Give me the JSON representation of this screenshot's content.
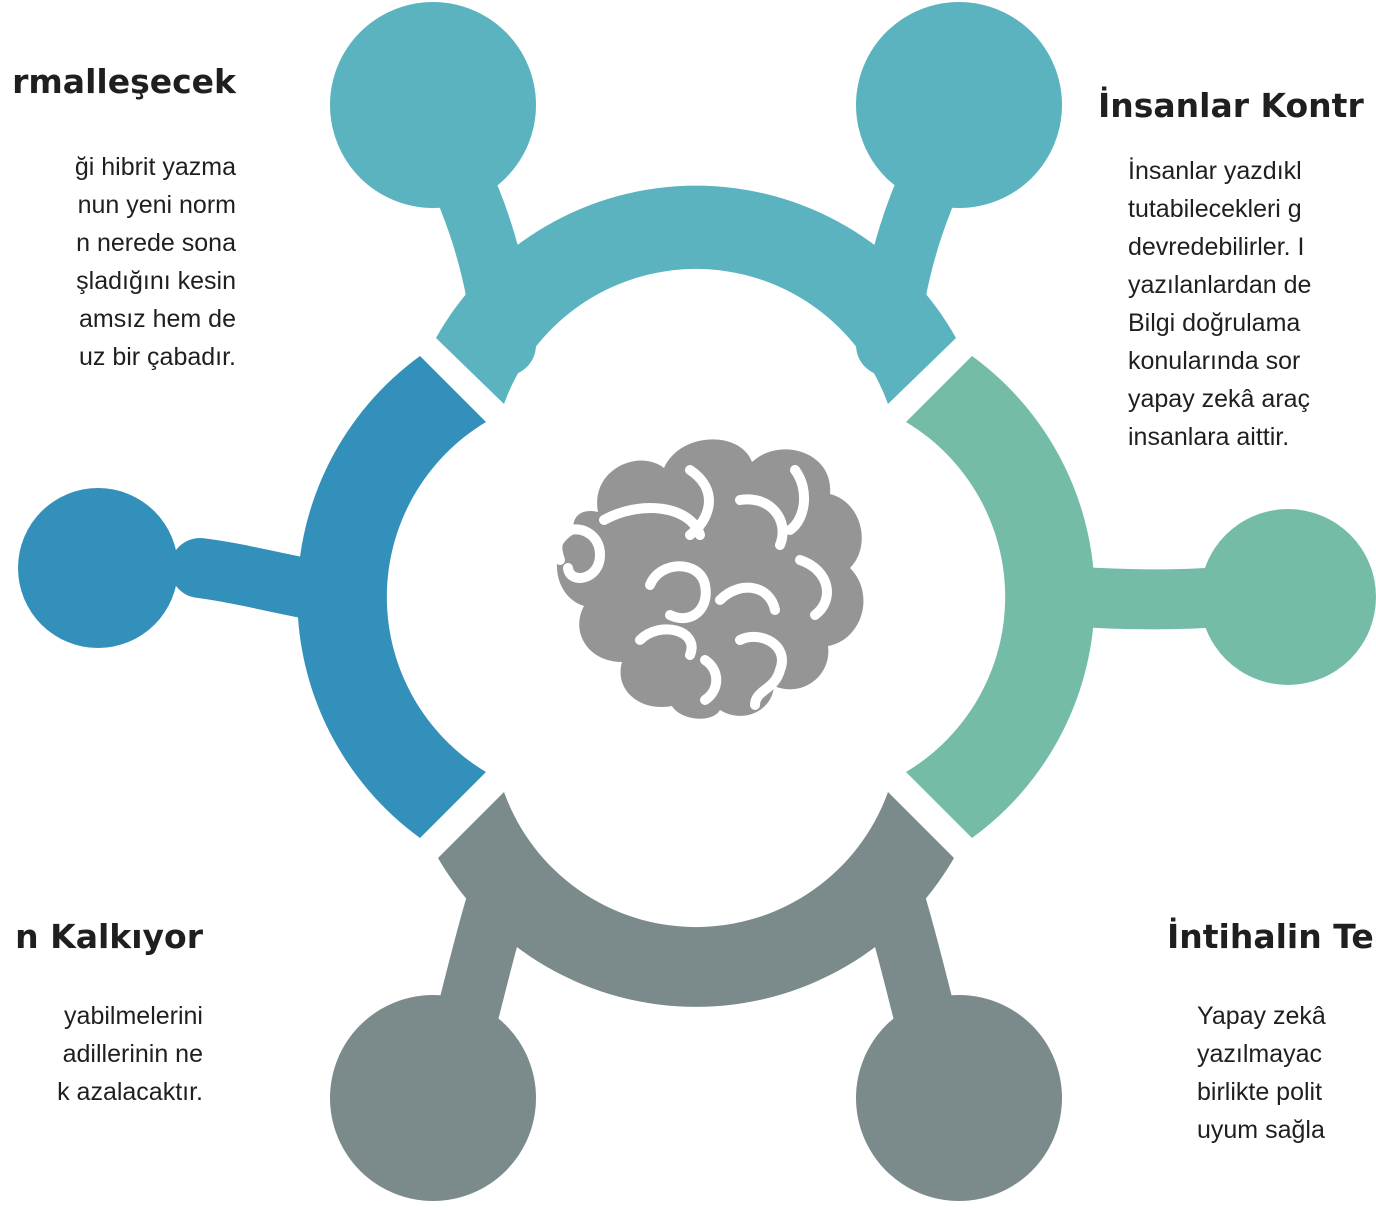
{
  "colors": {
    "background": "#ffffff",
    "top_segment": "#5ab3bf",
    "left_segment": "#3390bb",
    "right_segment": "#74bca8",
    "bottom_segment": "#7b8b8c",
    "center": "#ffffff",
    "brain_icon": "#959595",
    "text": "#1f1f1f"
  },
  "center_icon": "brain-icon",
  "blocks": {
    "top_left": {
      "heading": "rmalleşecek",
      "lines": [
        "ği hibrit yazma",
        "nun yeni norm",
        "n nerede sona",
        "şladığını kesin",
        "amsız hem de",
        "uz bir çabadır."
      ]
    },
    "top_right": {
      "heading": "İnsanlar Kontr",
      "lines": [
        "İnsanlar yazdıkl",
        "tutabilecekleri g",
        "devredebilirler. I",
        "yazılanlardan de",
        "Bilgi doğrulama",
        "konularında sor",
        "yapay zekâ araç",
        "insanlara aittir."
      ]
    },
    "bottom_left": {
      "heading": "n Kalkıyor",
      "lines": [
        "yabilmelerini",
        "adillerinin ne",
        "k azalacaktır."
      ]
    },
    "bottom_right": {
      "heading": "İntihalin Te",
      "lines": [
        "Yapay zekâ",
        "yazılmayac",
        "birlikte polit",
        "uyum sağla"
      ]
    }
  }
}
